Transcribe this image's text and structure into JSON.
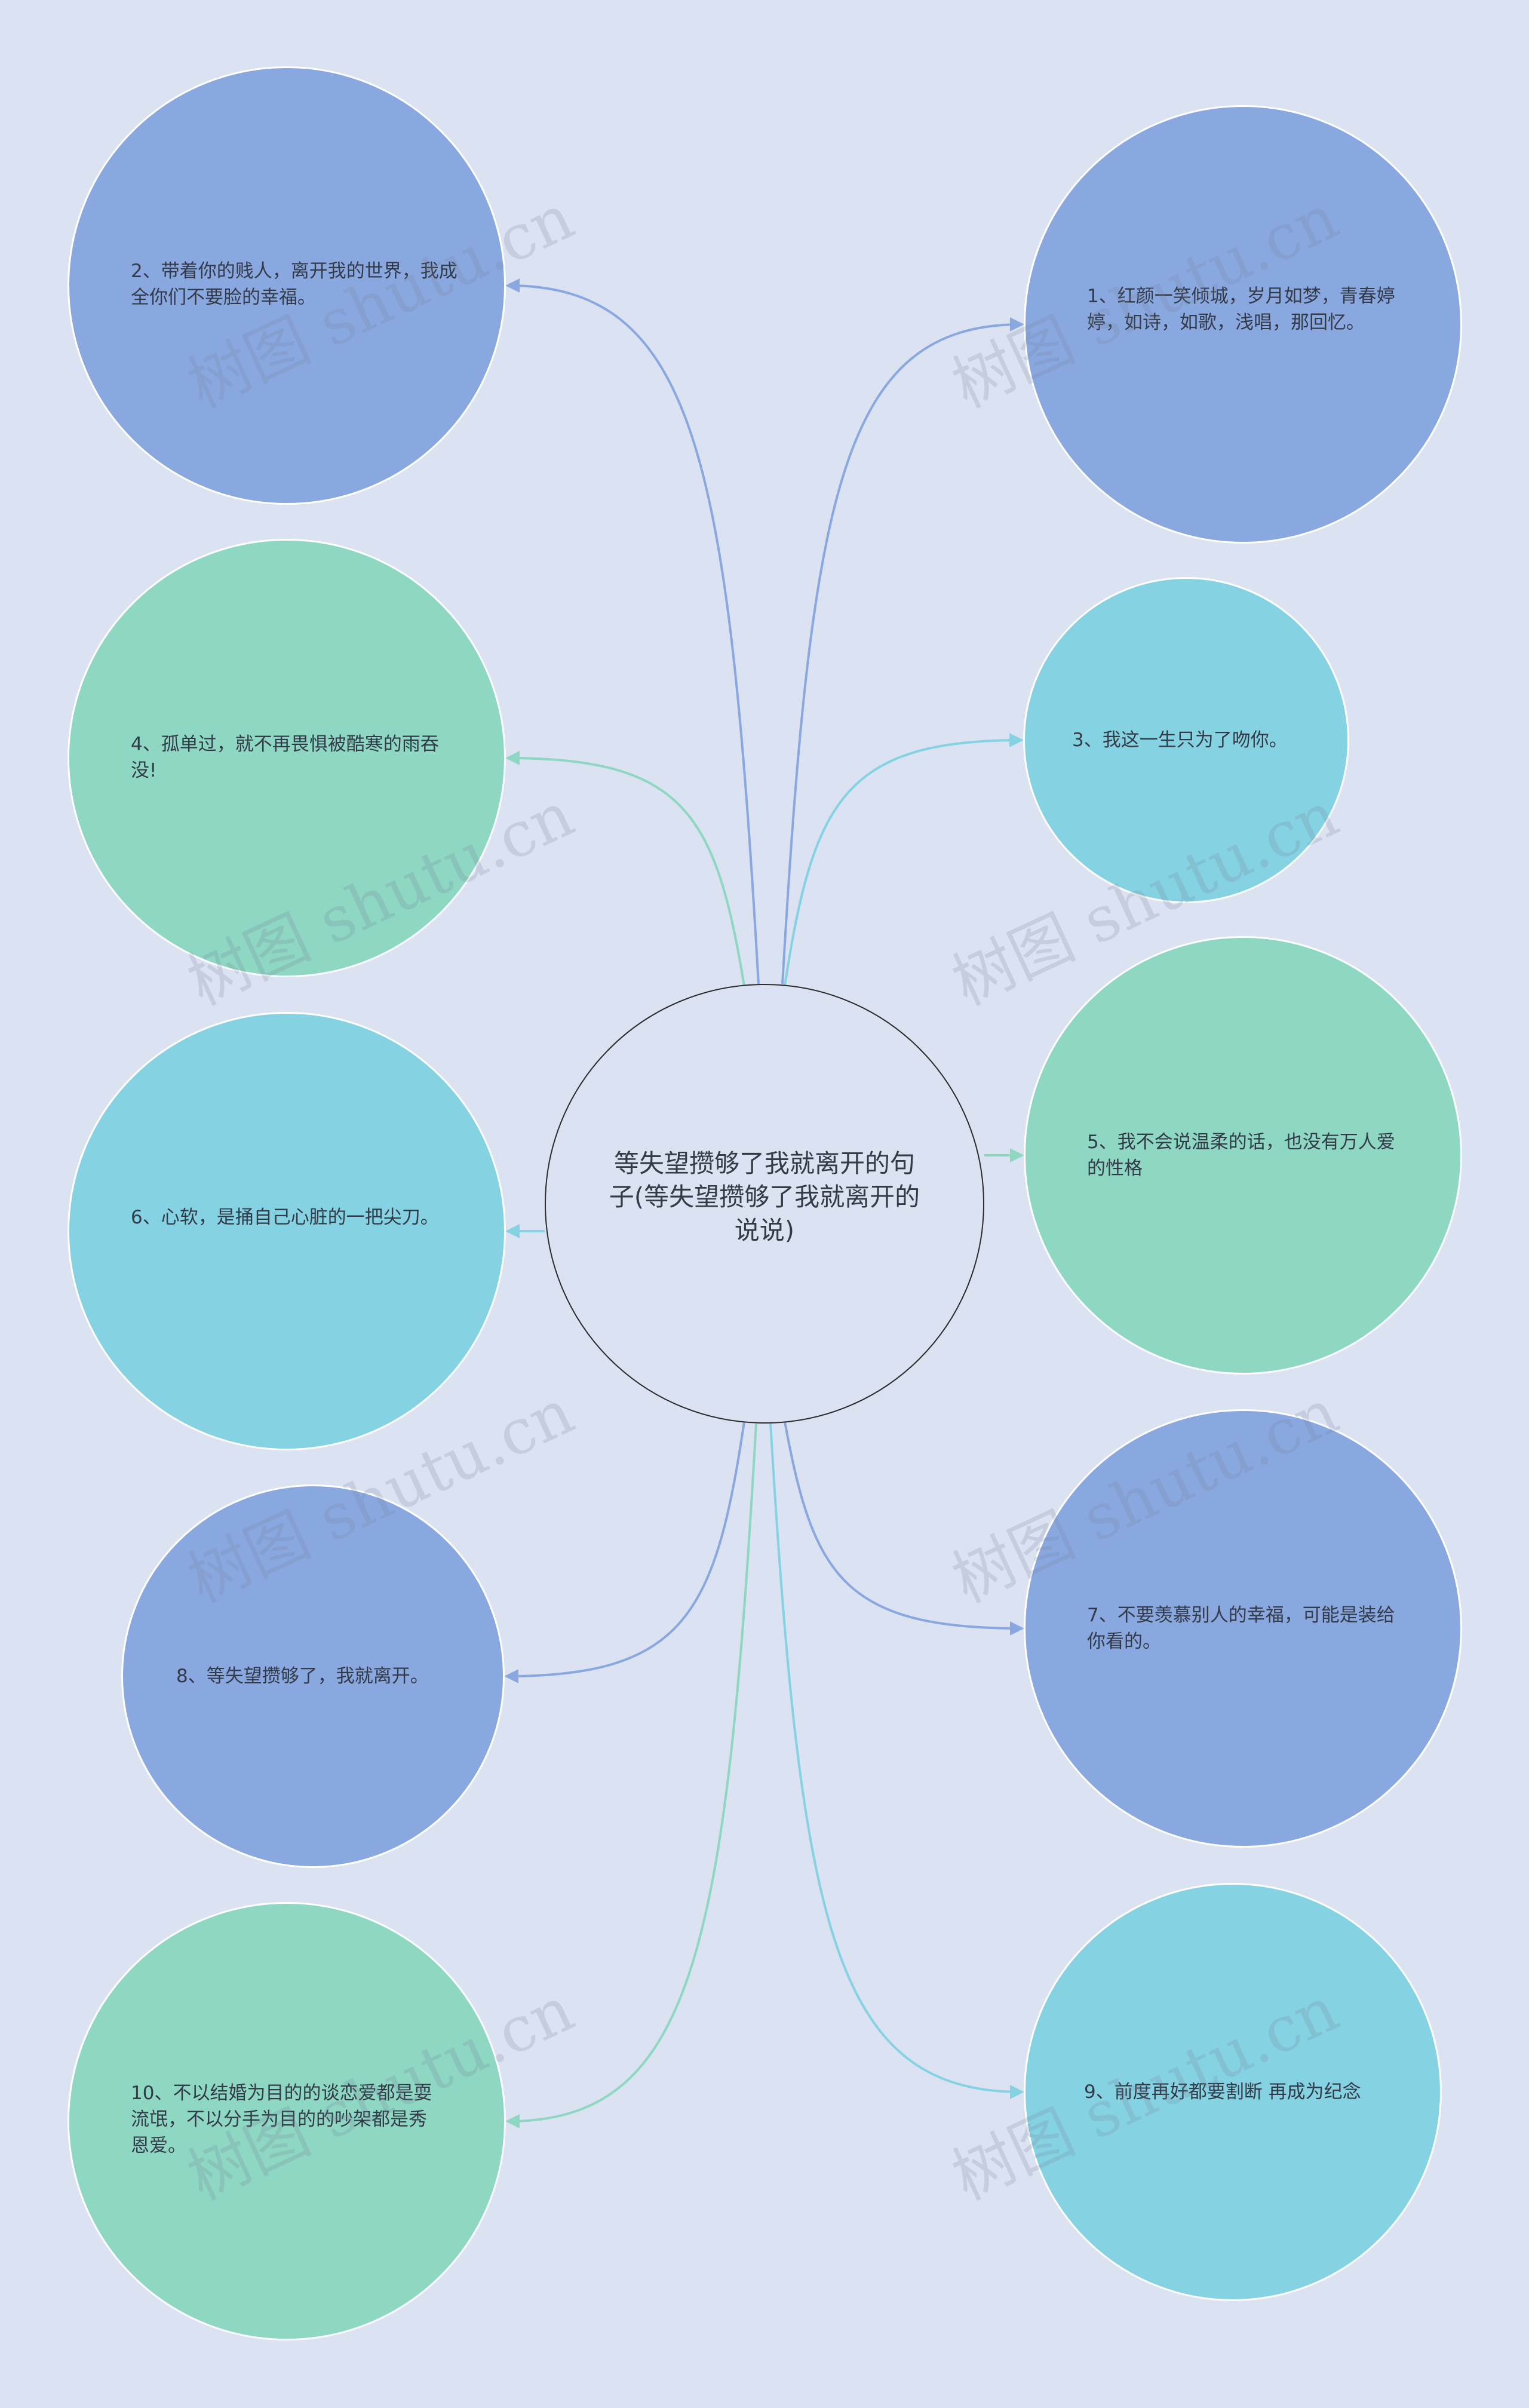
{
  "center": {
    "text": "等失望攒够了我就离开的句子(等失望攒够了我就离开的说说)"
  },
  "nodes": [
    {
      "id": "n1",
      "text": "1、红颜一笑倾城，岁月如梦，青春婷婷，如诗，如歌，浅唱，那回忆。",
      "color": "#8aa8e0",
      "line_color": "#8aa8e0"
    },
    {
      "id": "n2",
      "text": "2、带着你的贱人，离开我的世界，我成全你们不要脸的幸福。",
      "color": "#8aa8e0",
      "line_color": "#8aa8e0"
    },
    {
      "id": "n3",
      "text": "3、我这一生只为了吻你。",
      "color": "#85d2e3",
      "line_color": "#85d2e3"
    },
    {
      "id": "n4",
      "text": "4、孤单过，就不再畏惧被酷寒的雨吞没!",
      "color": "#8dd7c3",
      "line_color": "#8dd7c3"
    },
    {
      "id": "n5",
      "text": "5、我不会说温柔的话，也没有万人爱的性格",
      "color": "#8dd7c3",
      "line_color": "#8dd7c3"
    },
    {
      "id": "n6",
      "text": "6、心软，是捅自己心脏的一把尖刀。",
      "color": "#85d2e3",
      "line_color": "#85d2e3"
    },
    {
      "id": "n7",
      "text": "7、不要羡慕别人的幸福，可能是装给你看的。",
      "color": "#8aa8e0",
      "line_color": "#8aa8e0"
    },
    {
      "id": "n8",
      "text": "8、等失望攒够了，我就离开。",
      "color": "#8aa8e0",
      "line_color": "#8aa8e0"
    },
    {
      "id": "n9",
      "text": "9、前度再好都要割断 再成为纪念",
      "color": "#85d2e3",
      "line_color": "#85d2e3"
    },
    {
      "id": "n10",
      "text": "10、不以结婚为目的的谈恋爱都是耍流氓，不以分手为目的的吵架都是秀恩爱。",
      "color": "#8dd7c3",
      "line_color": "#8dd7c3"
    }
  ],
  "watermark": "树图 shutu.cn",
  "colors": {
    "background": "#dbe2f2",
    "center_border": "#2b2b2b"
  }
}
